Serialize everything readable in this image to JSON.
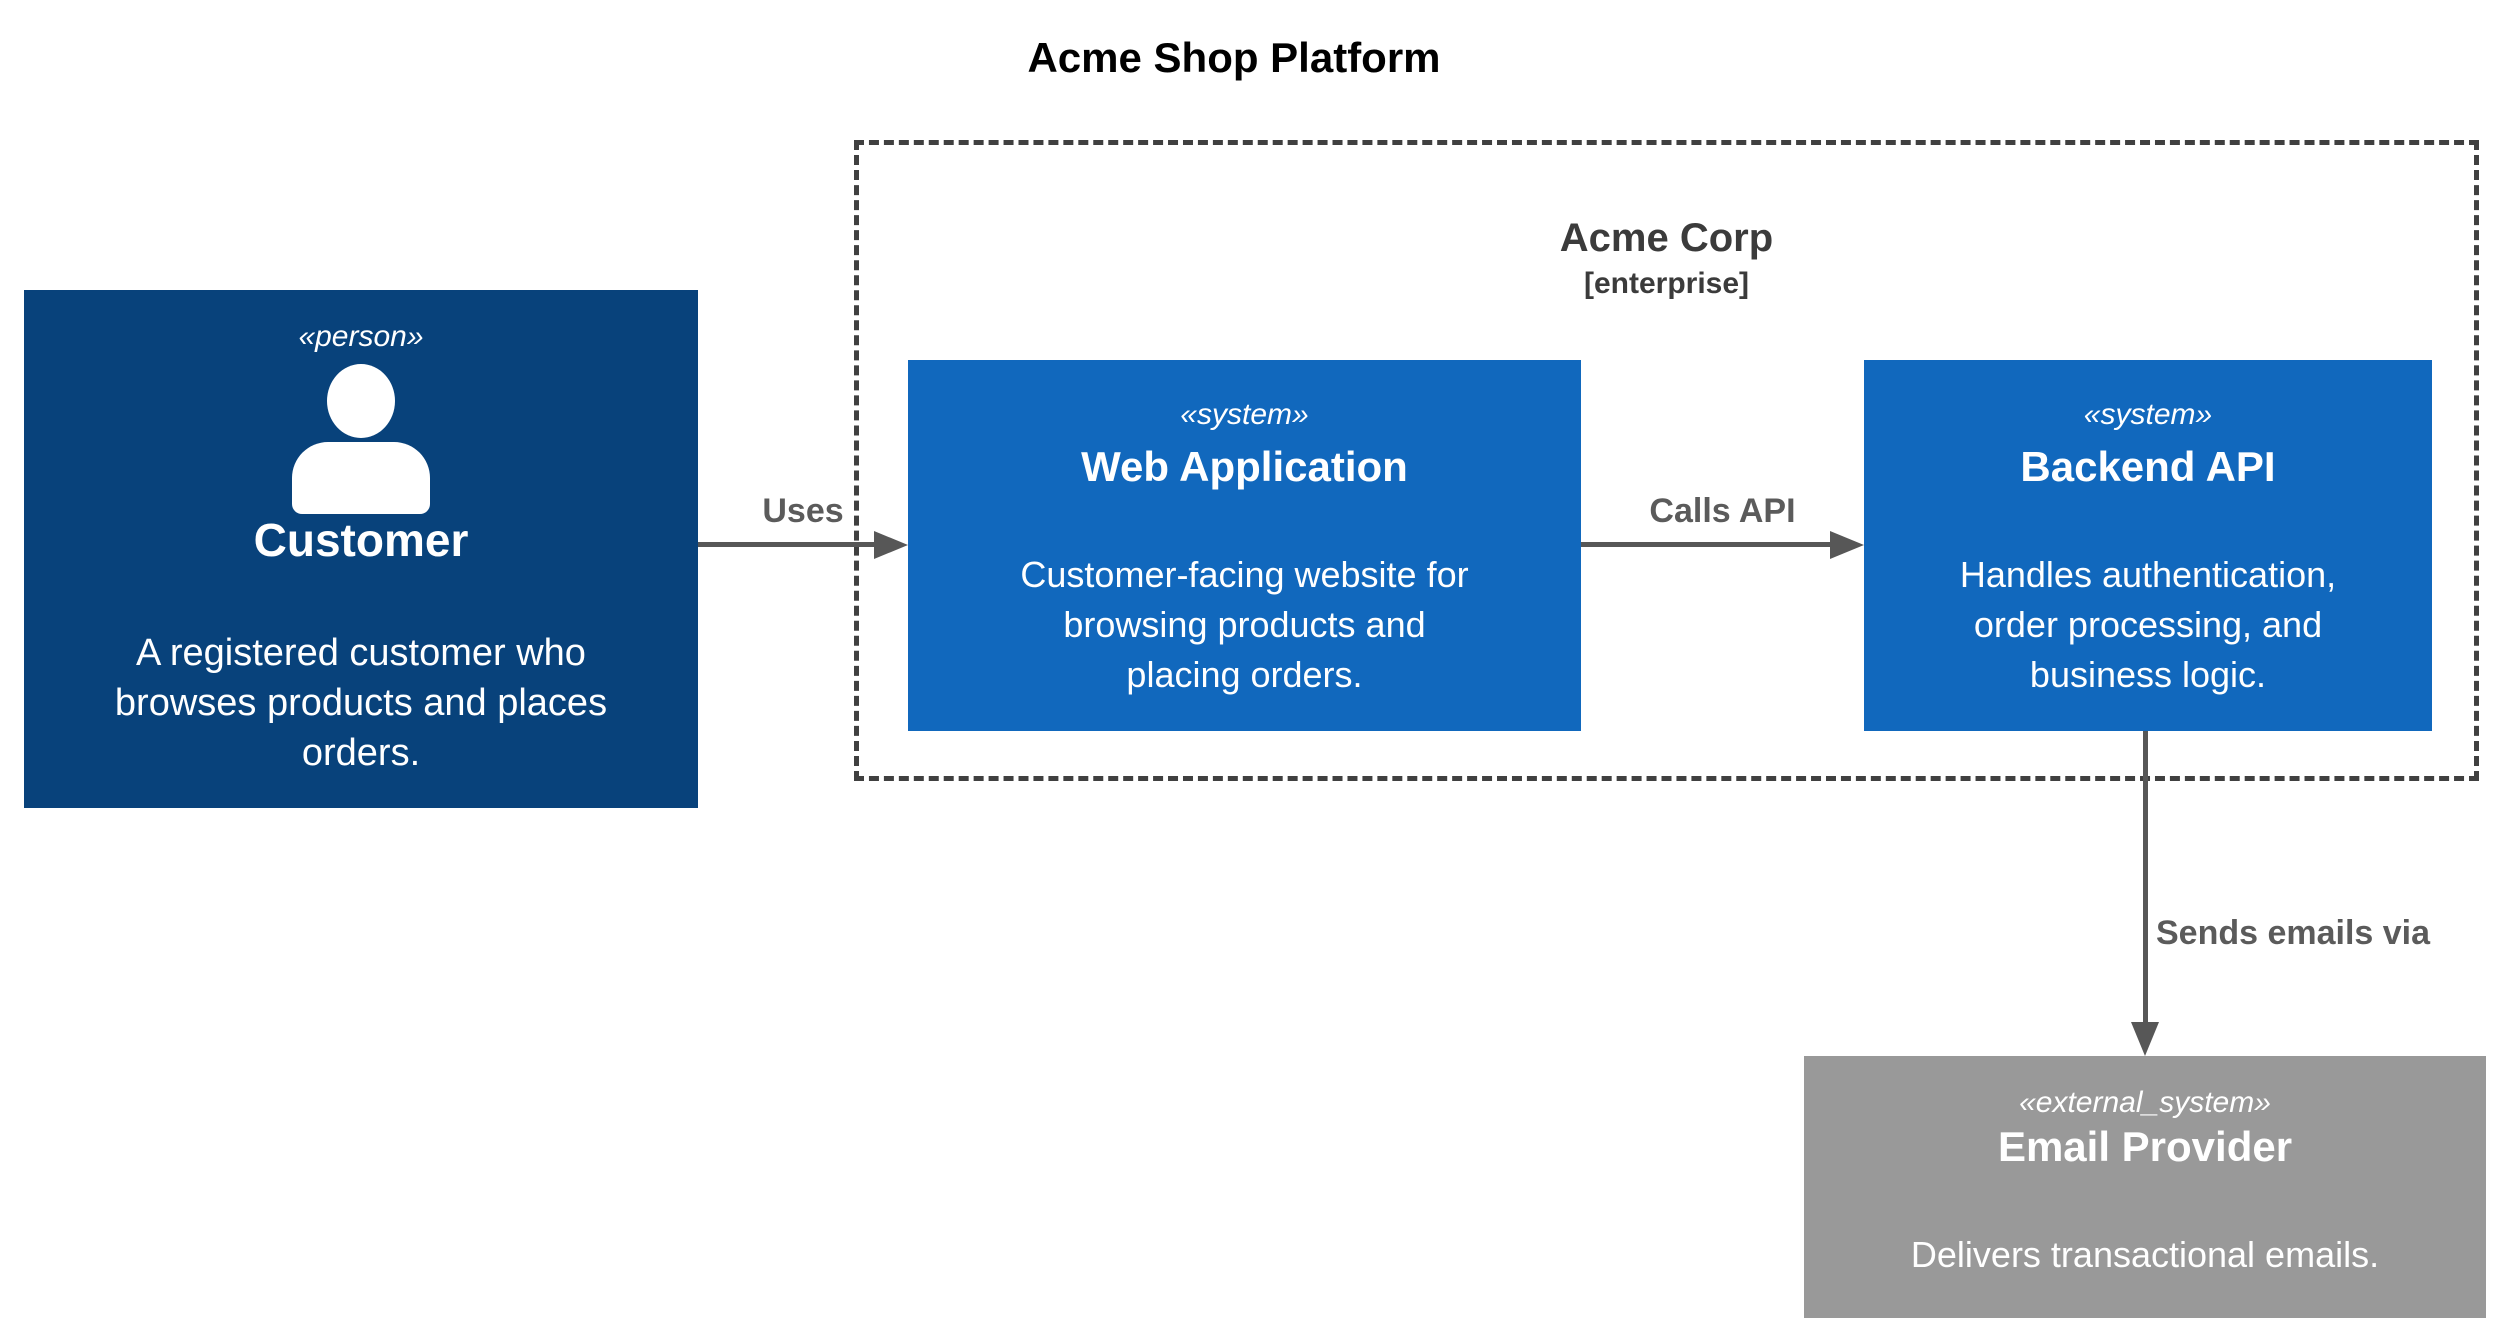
{
  "title": "Acme Shop Platform",
  "boundary": {
    "name": "Acme Corp",
    "kind": "[enterprise]"
  },
  "nodes": {
    "customer": {
      "stereotype": "«person»",
      "name": "Customer",
      "description": "A registered customer who\nbrowses products and places\norders.",
      "bg_color": "#08427b",
      "icon": "person-icon"
    },
    "web_application": {
      "stereotype": "«system»",
      "name": "Web Application",
      "description": "Customer-facing website for\nbrowsing products and\nplacing orders.",
      "bg_color": "#1168bd"
    },
    "backend_api": {
      "stereotype": "«system»",
      "name": "Backend API",
      "description": "Handles authentication,\norder processing, and\nbusiness logic.",
      "bg_color": "#1168bd"
    },
    "email_provider": {
      "stereotype": "«external_system»",
      "name": "Email Provider",
      "description": "Delivers transactional emails.",
      "bg_color": "#999999"
    }
  },
  "edges": [
    {
      "label": "Uses",
      "from": "Customer",
      "to": "Web Application",
      "direction": "right"
    },
    {
      "label": "Calls API",
      "from": "Web Application",
      "to": "Backend API",
      "direction": "right"
    },
    {
      "label": "Sends emails via",
      "from": "Backend API",
      "to": "Email Provider",
      "direction": "down"
    }
  ],
  "colors": {
    "person_bg": "#08427b",
    "system_bg": "#1168bd",
    "external_system_bg": "#999999",
    "boundary_border": "#404040",
    "boundary_label": "#3b3b3b",
    "edge": "#575757",
    "edge_label": "#5b5b5b",
    "title_text": "#000000",
    "node_text": "#ffffff",
    "background": "#ffffff"
  }
}
